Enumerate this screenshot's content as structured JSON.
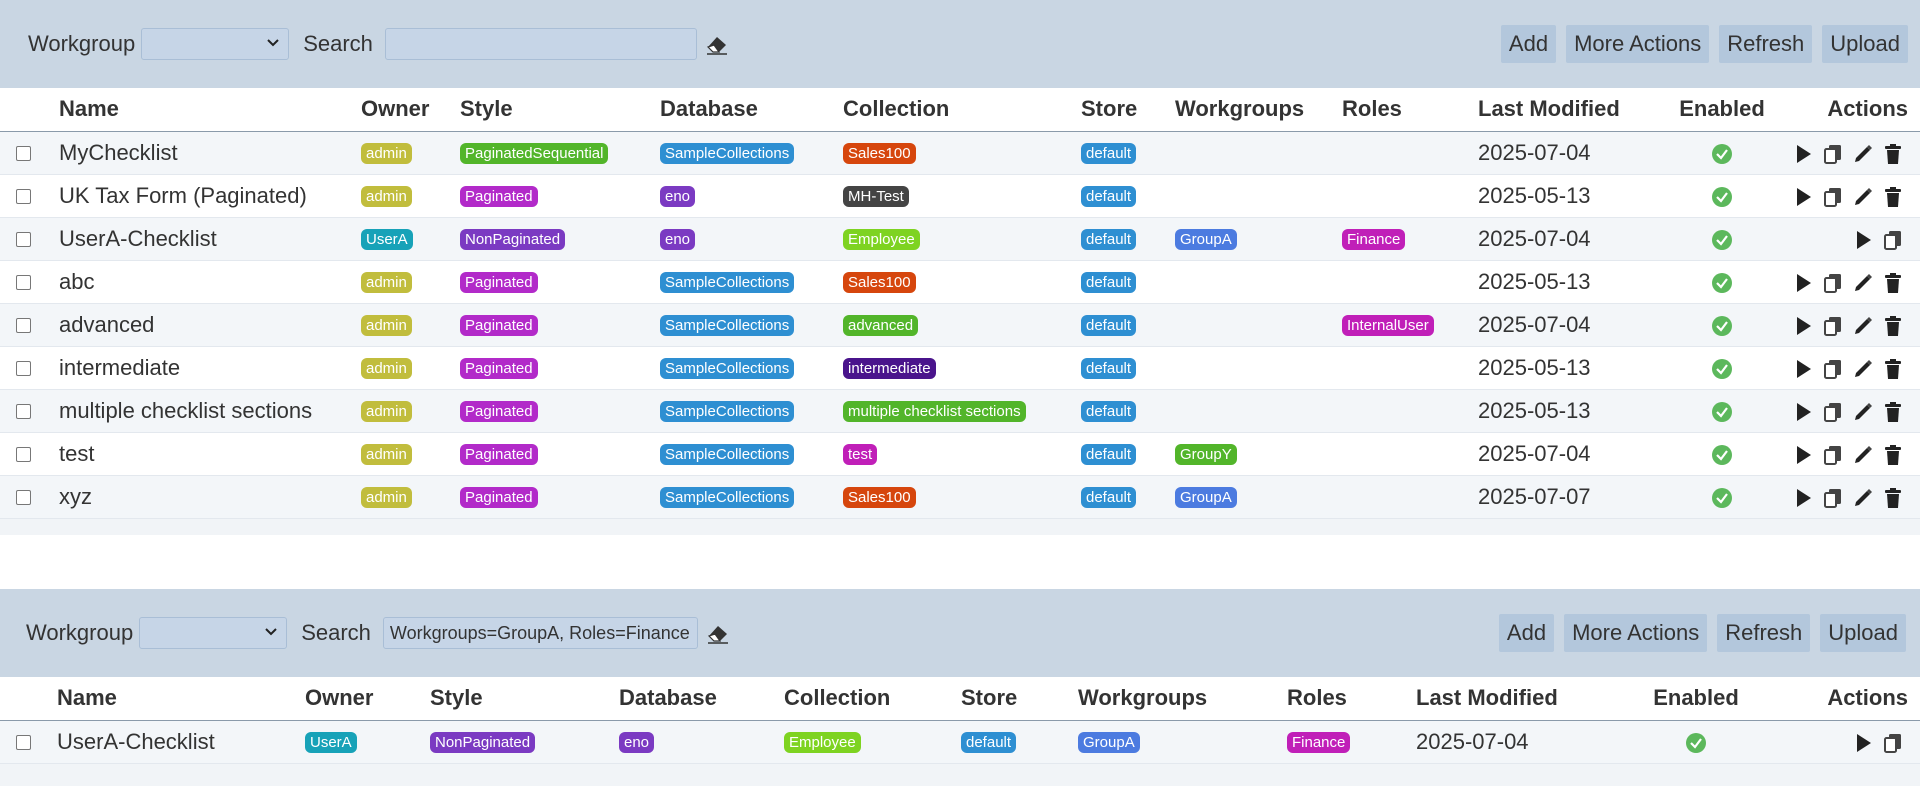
{
  "colors": {
    "admin": "#c1bd3d",
    "UserA": "#17a2b8",
    "PaginatedSequential": "#52b52a",
    "Paginated": "#b22ac9",
    "NonPaginated": "#7b3ac2",
    "SampleCollections": "#2e8fd2",
    "eno": "#7b3ac2",
    "Sales100": "#d6460d",
    "MH-Test": "#444444",
    "Employee": "#7ed321",
    "advanced": "#52b52a",
    "intermediate": "#4a148c",
    "multiple checklist sections": "#52b52a",
    "test": "#c01fb8",
    "default": "#2e8fd2",
    "GroupA": "#4c7be0",
    "GroupY": "#52b52a",
    "Finance": "#c01fb8",
    "InternalUser": "#c01fb8",
    "enabled": "#5cb85c"
  },
  "toolbar": {
    "workgroup_label": "Workgroup",
    "search_label": "Search",
    "add_label": "Add",
    "more_actions_label": "More Actions",
    "refresh_label": "Refresh",
    "upload_label": "Upload"
  },
  "columns": [
    "Name",
    "Owner",
    "Style",
    "Database",
    "Collection",
    "Store",
    "Workgroups",
    "Roles",
    "Last Modified",
    "Enabled",
    "Actions"
  ],
  "panel1": {
    "search_value": "",
    "rows": [
      {
        "name": "MyChecklist",
        "owner": "admin",
        "style": "PaginatedSequential",
        "database": "SampleCollections",
        "collection": "Sales100",
        "store": "default",
        "workgroups": "",
        "roles": "",
        "modified": "2025-07-04",
        "actions": [
          "play",
          "copy",
          "edit",
          "delete"
        ]
      },
      {
        "name": "UK Tax Form (Paginated)",
        "owner": "admin",
        "style": "Paginated",
        "database": "eno",
        "collection": "MH-Test",
        "store": "default",
        "workgroups": "",
        "roles": "",
        "modified": "2025-05-13",
        "actions": [
          "play",
          "copy",
          "edit",
          "delete"
        ]
      },
      {
        "name": "UserA-Checklist",
        "owner": "UserA",
        "style": "NonPaginated",
        "database": "eno",
        "collection": "Employee",
        "store": "default",
        "workgroups": "GroupA",
        "roles": "Finance",
        "modified": "2025-07-04",
        "actions": [
          "play",
          "copy"
        ]
      },
      {
        "name": "abc",
        "owner": "admin",
        "style": "Paginated",
        "database": "SampleCollections",
        "collection": "Sales100",
        "store": "default",
        "workgroups": "",
        "roles": "",
        "modified": "2025-05-13",
        "actions": [
          "play",
          "copy",
          "edit",
          "delete"
        ]
      },
      {
        "name": "advanced",
        "owner": "admin",
        "style": "Paginated",
        "database": "SampleCollections",
        "collection": "advanced",
        "store": "default",
        "workgroups": "",
        "roles": "InternalUser",
        "modified": "2025-07-04",
        "actions": [
          "play",
          "copy",
          "edit",
          "delete"
        ]
      },
      {
        "name": "intermediate",
        "owner": "admin",
        "style": "Paginated",
        "database": "SampleCollections",
        "collection": "intermediate",
        "store": "default",
        "workgroups": "",
        "roles": "",
        "modified": "2025-05-13",
        "actions": [
          "play",
          "copy",
          "edit",
          "delete"
        ]
      },
      {
        "name": "multiple checklist sections",
        "owner": "admin",
        "style": "Paginated",
        "database": "SampleCollections",
        "collection": "multiple checklist sections",
        "store": "default",
        "workgroups": "",
        "roles": "",
        "modified": "2025-05-13",
        "actions": [
          "play",
          "copy",
          "edit",
          "delete"
        ]
      },
      {
        "name": "test",
        "owner": "admin",
        "style": "Paginated",
        "database": "SampleCollections",
        "collection": "test",
        "store": "default",
        "workgroups": "GroupY",
        "roles": "",
        "modified": "2025-07-04",
        "actions": [
          "play",
          "copy",
          "edit",
          "delete"
        ]
      },
      {
        "name": "xyz",
        "owner": "admin",
        "style": "Paginated",
        "database": "SampleCollections",
        "collection": "Sales100",
        "store": "default",
        "workgroups": "GroupA",
        "roles": "",
        "modified": "2025-07-07",
        "actions": [
          "play",
          "copy",
          "edit",
          "delete"
        ]
      }
    ]
  },
  "panel2": {
    "search_value": "Workgroups=GroupA, Roles=Finance",
    "rows": [
      {
        "name": "UserA-Checklist",
        "owner": "UserA",
        "style": "NonPaginated",
        "database": "eno",
        "collection": "Employee",
        "store": "default",
        "workgroups": "GroupA",
        "roles": "Finance",
        "modified": "2025-07-04",
        "actions": [
          "play",
          "copy"
        ]
      }
    ]
  }
}
